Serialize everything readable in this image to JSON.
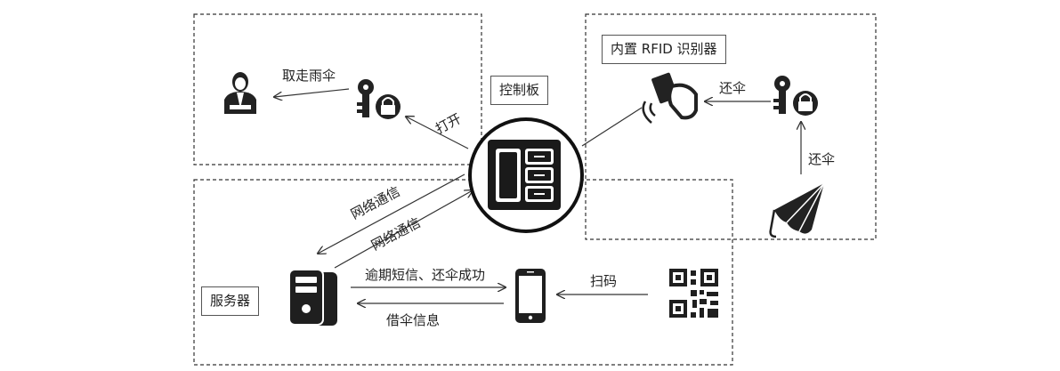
{
  "labels": {
    "take_umbrella": "取走雨伞",
    "open": "打开",
    "control_board": "控制板",
    "rfid_reader": "内置 RFID 识别器",
    "return_umbrella_1": "还伞",
    "return_umbrella_2": "还伞",
    "network_1": "网络通信",
    "network_2": "网络通信",
    "overdue_sms": "逾期短信、还伞成功",
    "borrow_info": "借伞信息",
    "scan_code": "扫码",
    "server": "服务器"
  },
  "colors": {
    "line": "#333333",
    "icon": "#222222",
    "icon_bg": "#ffffff"
  }
}
